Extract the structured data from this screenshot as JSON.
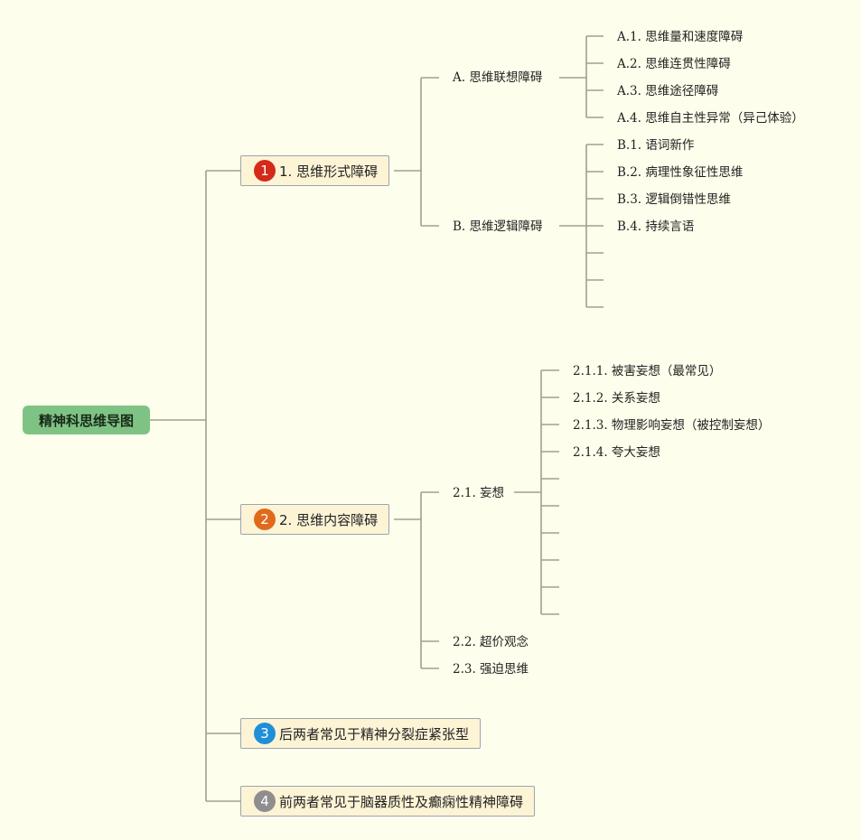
{
  "root": {
    "label": "精神科思维导图",
    "color": "#7ec384"
  },
  "topics": [
    {
      "num": "1",
      "label": "1. 思维形式障碍",
      "badge_color": "#d42a1a"
    },
    {
      "num": "2",
      "label": "2. 思维内容障碍",
      "badge_color": "#e06a1c"
    },
    {
      "num": "3",
      "label": "后两者常见于精神分裂症紧张型",
      "badge_color": "#1f90d8"
    },
    {
      "num": "4",
      "label": "前两者常见于脑器质性及癫痫性精神障碍",
      "badge_color": "#8e8e8e"
    }
  ],
  "form_branches": {
    "a": {
      "label": "A. 思维联想障碍",
      "items": [
        "A.1. 思维量和速度障碍",
        "A.2. 思维连贯性障碍",
        "A.3. 思维途径障碍",
        "A.4. 思维自主性异常（异己体验）"
      ]
    },
    "b": {
      "label": "B. 思维逻辑障碍",
      "items": [
        "B.1. 语词新作",
        "B.2. 病理性象征性思维",
        "B.3. 逻辑倒错性思维",
        "B.4. 持续言语",
        "",
        "",
        ""
      ]
    }
  },
  "content_branches": {
    "delusion": {
      "label": "2.1. 妄想",
      "items": [
        "2.1.1. 被害妄想（最常见）",
        "2.1.2. 关系妄想",
        "2.1.3. 物理影响妄想（被控制妄想）",
        "2.1.4. 夸大妄想",
        "",
        "",
        "",
        "",
        "",
        ""
      ]
    },
    "overvalued": {
      "label": "2.2. 超价观念"
    },
    "obsessive": {
      "label": "2.3. 强迫思维"
    }
  },
  "colors": {
    "line": "#a0a090",
    "background": "#fefeec"
  }
}
